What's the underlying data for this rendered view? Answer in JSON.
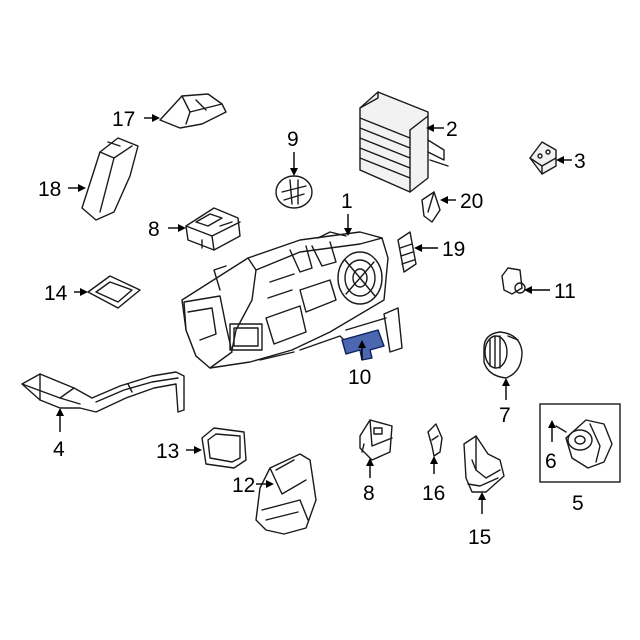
{
  "diagram": {
    "callouts": [
      {
        "id": "c1",
        "label": "1"
      },
      {
        "id": "c2",
        "label": "2"
      },
      {
        "id": "c3",
        "label": "3"
      },
      {
        "id": "c4",
        "label": "4"
      },
      {
        "id": "c5",
        "label": "5"
      },
      {
        "id": "c6",
        "label": "6"
      },
      {
        "id": "c7",
        "label": "7"
      },
      {
        "id": "c8a",
        "label": "8"
      },
      {
        "id": "c8b",
        "label": "8"
      },
      {
        "id": "c9",
        "label": "9"
      },
      {
        "id": "c10",
        "label": "10"
      },
      {
        "id": "c11",
        "label": "11"
      },
      {
        "id": "c12",
        "label": "12"
      },
      {
        "id": "c13",
        "label": "13"
      },
      {
        "id": "c14",
        "label": "14"
      },
      {
        "id": "c15",
        "label": "15"
      },
      {
        "id": "c16",
        "label": "16"
      },
      {
        "id": "c17",
        "label": "17"
      },
      {
        "id": "c18",
        "label": "18"
      },
      {
        "id": "c19",
        "label": "19"
      },
      {
        "id": "c20",
        "label": "20"
      }
    ],
    "colors": {
      "line": "#1a1a1a",
      "highlight": "#4a67b0",
      "background": "#ffffff"
    }
  }
}
